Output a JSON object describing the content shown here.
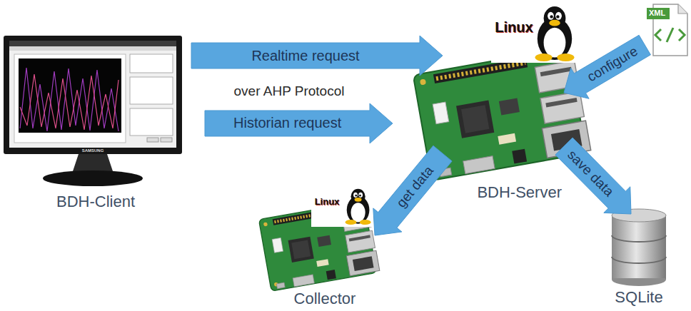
{
  "diagram": {
    "nodes": [
      {
        "text": [
          "BDH-Client"
        ]
      },
      {
        "text": [
          "BDH-Server"
        ]
      },
      {
        "text": [
          "XML"
        ]
      },
      {
        "text": [
          "Collector"
        ]
      },
      {
        "text": [
          "SQLite"
        ]
      }
    ],
    "edges": [
      {
        "from": 0,
        "to": 1,
        "arrow": "to",
        "label": "Realtime request"
      },
      {
        "from": 0,
        "to": 1,
        "arrow": "to",
        "label": "Historian request"
      },
      {
        "from": 2,
        "to": 1,
        "arrow": "to",
        "label": "configure"
      },
      {
        "from": 1,
        "to": 3,
        "arrow": "to",
        "label": "get data"
      },
      {
        "from": 1,
        "to": 4,
        "arrow": "to",
        "label": "save data"
      }
    ],
    "labels": [
      "over AHP Protocol",
      "SAMSUNG",
      "Linux",
      "Linux"
    ]
  }
}
